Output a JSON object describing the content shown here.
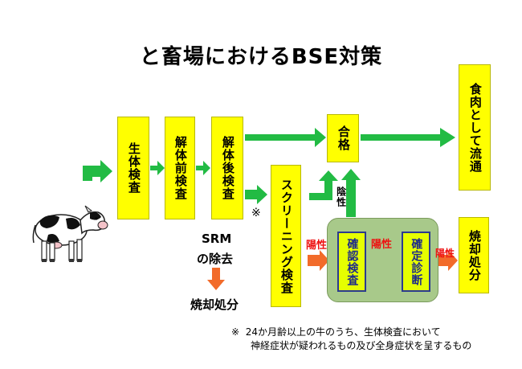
{
  "title": "と畜場におけるBSE対策",
  "boxes": {
    "seitai": "生体検査",
    "kaitaimae": "解体前検査",
    "kaitaigo": "解体後検査",
    "screening": "スクリーニング検査",
    "goukaku": "合格",
    "shoku": "食肉として流通",
    "kakunin": "確認検査",
    "kakutei": "確定診断",
    "shoukyaku": "焼却処分"
  },
  "labels": {
    "kome_mark": "※",
    "insei": "陰性",
    "yousei1": "陽性",
    "yousei2": "陽性",
    "yousei3": "陽性",
    "srm_line1": "SRM",
    "srm_line2": "の除去",
    "srm_disposal": "焼却処分"
  },
  "note": {
    "mark": "※",
    "line1": "24か月齢以上の牛のうち、生体検査において",
    "line2": "神経症状が疑われるもの及び全身症状を呈するもの"
  },
  "colors": {
    "box": "#ffff00",
    "arrow_green": "#22bb44",
    "arrow_orange": "#f26b2a",
    "positive_text": "#ee1111",
    "inner_box_border": "#2b3a8f",
    "confirm_bg": "#a8c98a"
  }
}
